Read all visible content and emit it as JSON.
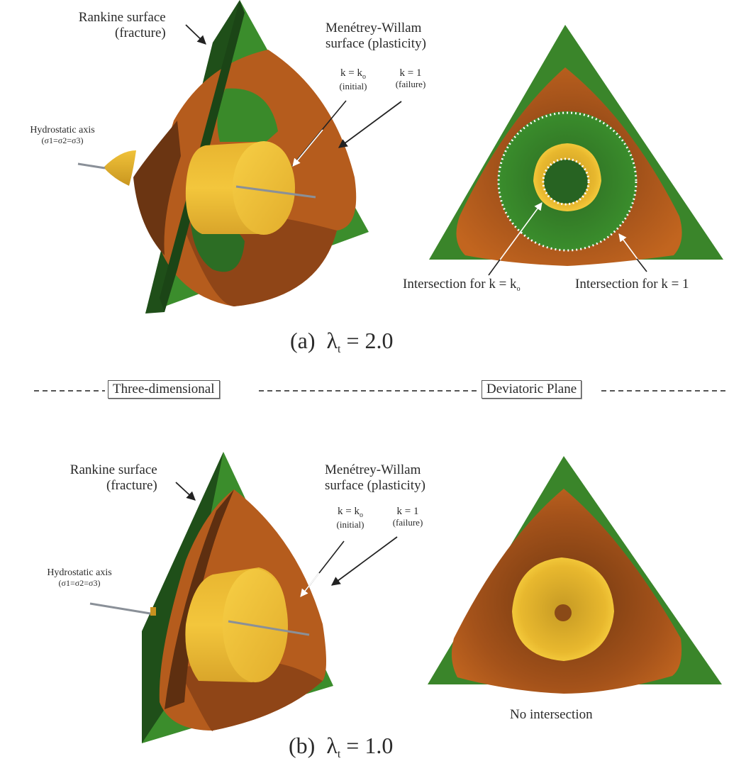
{
  "panel_a": {
    "rankine_label": [
      "Rankine surface",
      "(fracture)"
    ],
    "mw_label": [
      "Menétrey-Willam",
      "surface (plasticity)"
    ],
    "k_initial": {
      "eq": "k = k",
      "sub": "o",
      "note": "(initial)"
    },
    "k_failure": {
      "eq": "k = 1",
      "note": "(failure)"
    },
    "hydro_label": [
      "Hydrostatic axis",
      "(σ1=σ2=σ3)"
    ],
    "intersect_ko": {
      "text": "Intersection for k = k",
      "sub": "o"
    },
    "intersect_k1": "Intersection for k = 1",
    "caption": {
      "prefix": "(a)",
      "symbol": "λ",
      "sub": "t",
      "value": "= 2.0"
    }
  },
  "divider": {
    "left_box": "Three-dimensional",
    "right_box": "Deviatoric Plane"
  },
  "panel_b": {
    "rankine_label": [
      "Rankine surface",
      "(fracture)"
    ],
    "mw_label": [
      "Menétrey-Willam",
      "surface (plasticity)"
    ],
    "k_initial": {
      "eq": "k = k",
      "sub": "o",
      "note": "(initial)"
    },
    "k_failure": {
      "eq": "k = 1",
      "note": "(failure)"
    },
    "hydro_label": [
      "Hydrostatic axis",
      "(σ1=σ2=σ3)"
    ],
    "no_intersection": "No intersection",
    "caption": {
      "prefix": "(b)",
      "symbol": "λ",
      "sub": "t",
      "value": "= 1.0"
    }
  },
  "colors": {
    "rankine_green": "#3a8a2a",
    "rankine_dark": "#1d4a17",
    "mw_orange": "#b25a1c",
    "mw_dark": "#6b3512",
    "initial_yellow": "#f2c33a",
    "axis_gray": "#8a9098"
  }
}
